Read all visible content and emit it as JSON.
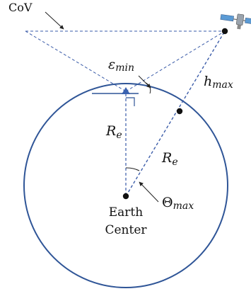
{
  "labels": {
    "cov": "CoV",
    "epsilon": "ε",
    "epsilon_sub": "min",
    "h": "h",
    "h_sub": "max",
    "re_vertical": "R",
    "re_vertical_sub": "e",
    "re_slant": "R",
    "re_slant_sub": "e",
    "theta": "Θ",
    "theta_sub": "max",
    "earth_line1": "Earth",
    "earth_line2": "Center"
  },
  "colors": {
    "circle": "#2f5597",
    "dashed": "#3a5ba8",
    "arrow": "#222222",
    "dot": "#111111",
    "user_triangle": "#3a62b0"
  },
  "icons": {
    "satellite": "satellite-icon",
    "user_terminal": "triangle-marker-icon"
  }
}
